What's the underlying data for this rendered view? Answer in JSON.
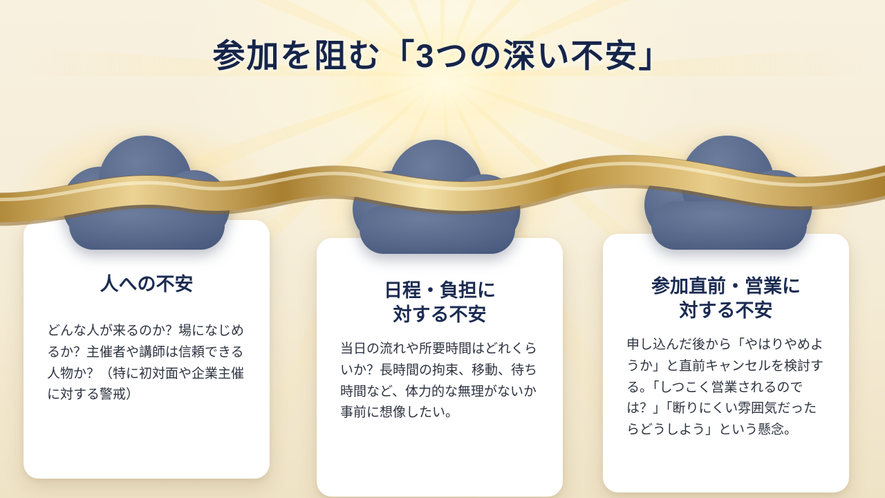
{
  "title": "参加を阻む「3つの深い不安」",
  "cards": [
    {
      "heading": "人への不安",
      "body": "どんな人が来るのか？場になじめるか？主催者や講師は信頼できる人物か？（特に初対面や企業主催に対する警戒）"
    },
    {
      "heading": "日程・負担に\n対する不安",
      "body": "当日の流れや所要時間はどれくらいか？長時間の拘束、移動、待ち時間など、体力的な無理がないか事前に想像したい。"
    },
    {
      "heading": "参加直前・営業に\n対する不安",
      "body": "申し込んだ後から「やはりやめようか」と直前キャンセルを検討する。「しつこく営業されるのでは？」「断りにくい雰囲気だったらどうしよう」という懸念。"
    }
  ],
  "colors": {
    "background": "#f6eedd",
    "title_text": "#16254a",
    "heading_text": "#1b2b52",
    "body_text": "#2e3340",
    "cloud": "#56678a",
    "ribbon_gold_light": "#ecd394",
    "ribbon_gold_dark": "#a87e30",
    "card_background": "#ffffff",
    "glow": "#ffe096"
  },
  "icons": {
    "cloud": "cloud-icon",
    "ribbon": "gold-ribbon",
    "rays": "light-rays"
  }
}
